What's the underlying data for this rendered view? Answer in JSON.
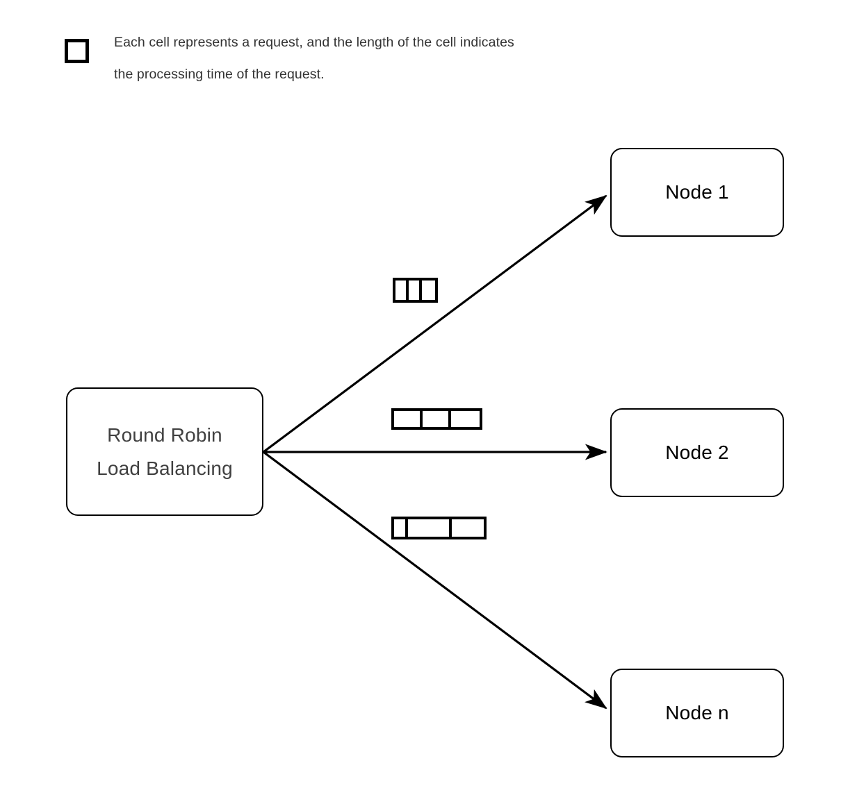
{
  "legend": {
    "swatch_icon": "empty-square-icon",
    "text": "Each cell represents a request, and the length of the cell indicates\nthe processing time of the request.",
    "text_color": "#333333",
    "swatch_color": "#000000"
  },
  "balancer": {
    "label": "Round Robin\nLoad Balancing",
    "text_color": "#404040",
    "border_color": "#000000"
  },
  "nodes": [
    {
      "label": "Node 1",
      "text_color": "#000000"
    },
    {
      "label": "Node 2",
      "text_color": "#000000"
    },
    {
      "label": "Node n",
      "text_color": "#000000"
    }
  ],
  "request_queues": [
    {
      "target": "Node 1",
      "cell_count": 3,
      "cell_widths": [
        19,
        19,
        19
      ],
      "total_width": 65
    },
    {
      "target": "Node 2",
      "cell_count": 3,
      "cell_widths": [
        41,
        41,
        41
      ],
      "total_width": 131
    },
    {
      "target": "Node n",
      "cell_count": 3,
      "cell_widths": [
        20,
        63,
        46
      ],
      "total_width": 129
    }
  ],
  "connections": [
    {
      "from": "Round Robin Load Balancing",
      "to": "Node 1",
      "direction": "up-right",
      "arrowhead": "filled-triangle"
    },
    {
      "from": "Round Robin Load Balancing",
      "to": "Node 2",
      "direction": "right",
      "arrowhead": "filled-triangle"
    },
    {
      "from": "Round Robin Load Balancing",
      "to": "Node n",
      "direction": "down-right",
      "arrowhead": "filled-triangle"
    }
  ],
  "style": {
    "background": "#ffffff",
    "stroke": "#000000"
  }
}
